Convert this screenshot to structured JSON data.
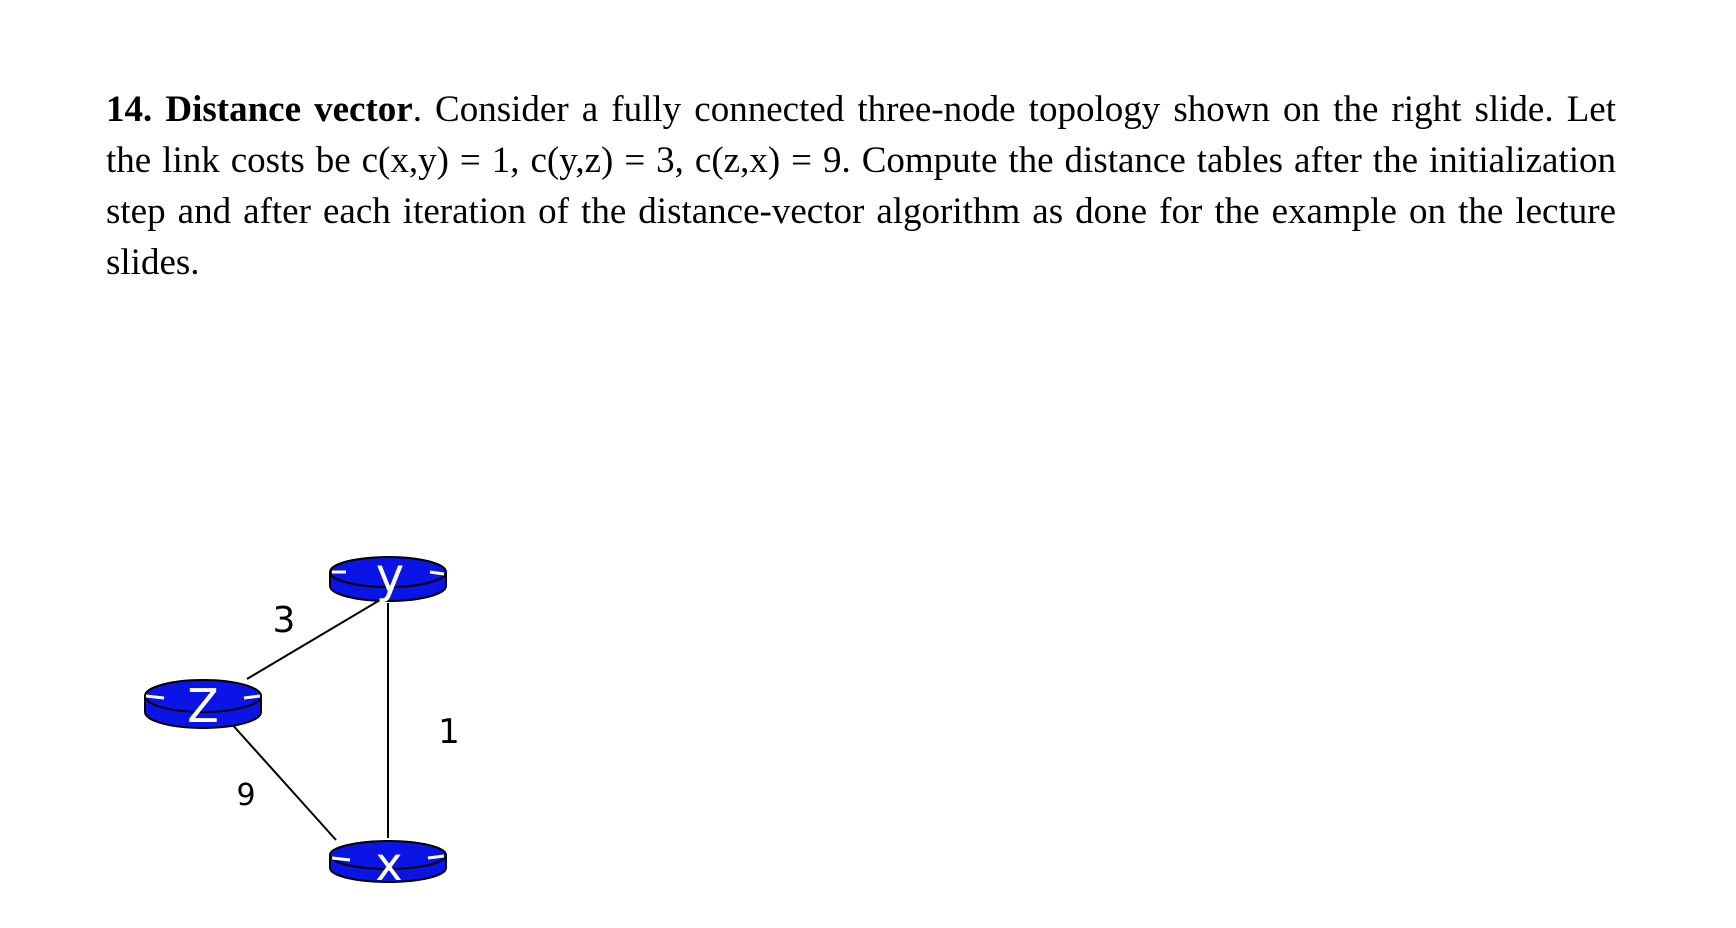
{
  "question": {
    "number": "14.",
    "title": "Distance vector",
    "body": ". Consider a fully connected three-node topology shown on the right slide. Let the link costs be c(x,y) = 1, c(y,z) = 3, c(z,x) = 9. Compute the distance tables after the initialization step and after each iteration of the distance-vector algorithm as done for the example on the lecture slides."
  },
  "topology": {
    "node_color": "#0a14e6",
    "nodes": {
      "y": "y",
      "z": "Z",
      "x": "x"
    },
    "links": {
      "z_y": "3",
      "y_x": "1",
      "z_x": "9"
    }
  }
}
